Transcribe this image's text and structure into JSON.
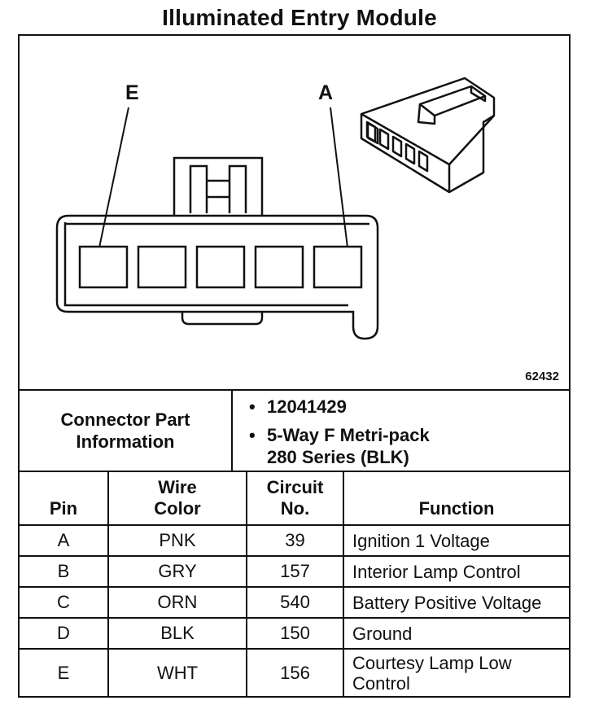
{
  "title": "Illuminated Entry Module",
  "diagram": {
    "figure_number": "62432",
    "pin_labels": {
      "left": "E",
      "right": "A"
    }
  },
  "connector_info": {
    "label_line1": "Connector Part",
    "label_line2": "Information",
    "part_number": "12041429",
    "description_line1": "5-Way F Metri-pack",
    "description_line2": "280 Series (BLK)"
  },
  "table": {
    "headers": {
      "pin": "Pin",
      "wire_line1": "Wire",
      "wire_line2": "Color",
      "circuit_line1": "Circuit",
      "circuit_line2": "No.",
      "function": "Function"
    },
    "rows": [
      {
        "pin": "A",
        "wire": "PNK",
        "circuit": "39",
        "function": "Ignition 1 Voltage"
      },
      {
        "pin": "B",
        "wire": "GRY",
        "circuit": "157",
        "function": "Interior Lamp Control"
      },
      {
        "pin": "C",
        "wire": "ORN",
        "circuit": "540",
        "function": "Battery Positive Voltage"
      },
      {
        "pin": "D",
        "wire": "BLK",
        "circuit": "150",
        "function": "Ground"
      },
      {
        "pin": "E",
        "wire": "WHT",
        "circuit": "156",
        "function_line1": "Courtesy Lamp Low",
        "function_line2": "Control"
      }
    ]
  }
}
